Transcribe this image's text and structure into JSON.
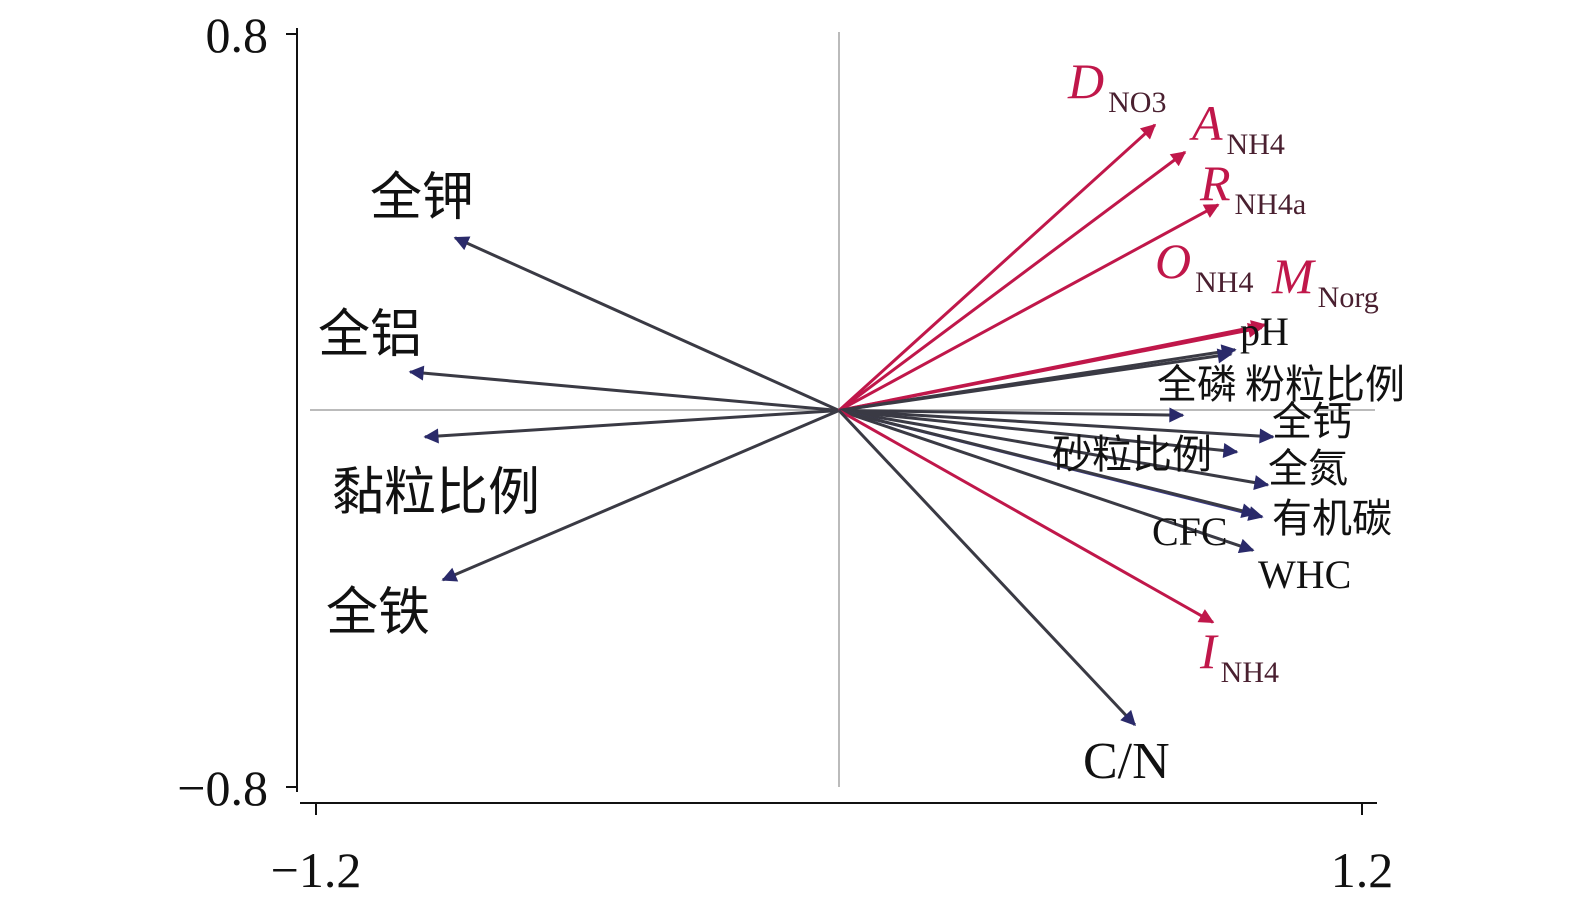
{
  "chart_data": {
    "type": "biplot",
    "title": "",
    "xlabel": "",
    "ylabel": "",
    "xlim": [
      -1.2,
      1.2
    ],
    "ylim": [
      -0.8,
      0.8
    ],
    "x_ticks": [
      "−1.2",
      "1.2"
    ],
    "y_ticks": [
      "0.8",
      "−0.8"
    ],
    "grid": false,
    "colors": {
      "soil": "#2f2f3f",
      "soil_head": "#2a2a6a",
      "nitrogen": "#c0174a",
      "blue": "#3a3a8a",
      "zero_line": "#bbbbbb"
    },
    "vectors": [
      {
        "label": "全钾",
        "sub": "",
        "x": -0.881,
        "y": 0.367,
        "group": "soil"
      },
      {
        "label": "全铝",
        "sub": "",
        "x": -0.984,
        "y": 0.082,
        "group": "soil"
      },
      {
        "label": "黏粒比例",
        "sub": "",
        "x": -0.95,
        "y": -0.056,
        "group": "soil"
      },
      {
        "label": "全铁",
        "sub": "",
        "x": -0.909,
        "y": -0.36,
        "group": "soil"
      },
      {
        "label": "D",
        "sub": "NO3",
        "x": 0.725,
        "y": 0.607,
        "group": "nitrogen"
      },
      {
        "label": "A",
        "sub": "NH4",
        "x": 0.794,
        "y": 0.549,
        "group": "nitrogen"
      },
      {
        "label": "R",
        "sub": "NH4a",
        "x": 0.87,
        "y": 0.437,
        "group": "nitrogen"
      },
      {
        "label": "O",
        "sub": "NH4",
        "x": 0.977,
        "y": 0.182,
        "group": "nitrogen"
      },
      {
        "label": "M",
        "sub": "Norg",
        "x": 0.97,
        "y": 0.176,
        "group": "nitrogen"
      },
      {
        "label": "pH",
        "sub": "",
        "x": 0.909,
        "y": 0.129,
        "group": "soil"
      },
      {
        "label": "全磷",
        "sub": "",
        "x": 0.789,
        "y": -0.01,
        "group": "soil"
      },
      {
        "label": "粉粒比例",
        "sub": "",
        "x": 0.9,
        "y": 0.12,
        "group": "soil"
      },
      {
        "label": "全钙",
        "sub": "",
        "x": 0.996,
        "y": -0.056,
        "group": "soil"
      },
      {
        "label": "砂粒比例",
        "sub": "",
        "x": 0.913,
        "y": -0.088,
        "group": "soil"
      },
      {
        "label": "全氮",
        "sub": "",
        "x": 0.984,
        "y": -0.158,
        "group": "soil"
      },
      {
        "label": "有机碳",
        "sub": "",
        "x": 0.971,
        "y": -0.226,
        "group": "blue"
      },
      {
        "label": "CFC",
        "sub": "",
        "x": 0.955,
        "y": -0.22,
        "group": "soil"
      },
      {
        "label": "WHC",
        "sub": "",
        "x": 0.95,
        "y": -0.297,
        "group": "soil"
      },
      {
        "label": "I",
        "sub": "NH4",
        "x": 0.858,
        "y": -0.45,
        "group": "nitrogen"
      },
      {
        "label": "C/N",
        "sub": "",
        "x": 0.679,
        "y": -0.668,
        "group": "soil"
      }
    ]
  }
}
